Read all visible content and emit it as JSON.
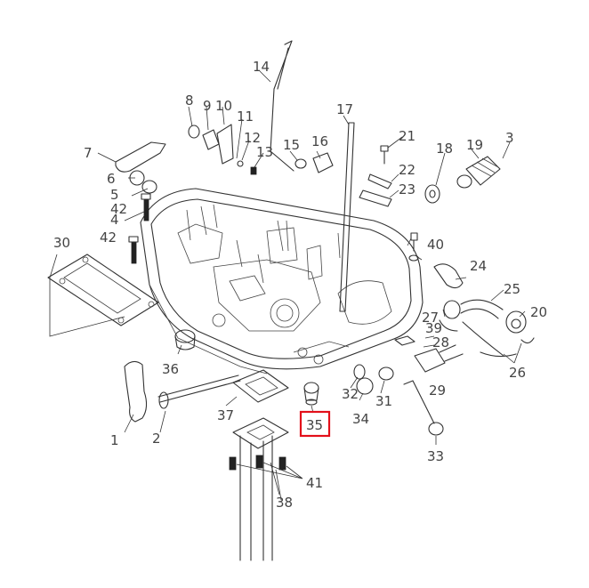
{
  "diagram": {
    "highlight_color": "#e3101a",
    "highlighted_callout": "35",
    "callouts": [
      "1",
      "2",
      "3",
      "4",
      "5",
      "6",
      "7",
      "8",
      "9",
      "10",
      "11",
      "12",
      "13",
      "14",
      "15",
      "16",
      "17",
      "18",
      "19",
      "20",
      "21",
      "22",
      "23",
      "24",
      "25",
      "26",
      "27",
      "28",
      "29",
      "30",
      "31",
      "32",
      "33",
      "34",
      "35",
      "36",
      "37",
      "38",
      "39",
      "40",
      "41",
      "42",
      "42"
    ]
  }
}
